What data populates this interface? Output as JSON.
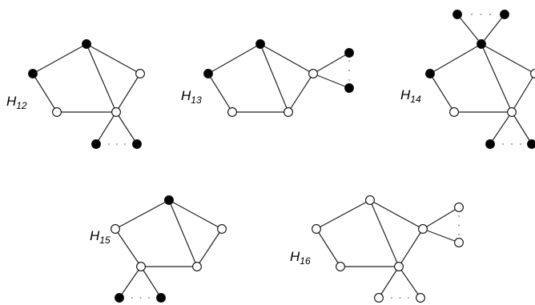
{
  "graphs": [
    {
      "id": "H12",
      "label_main": "H",
      "label_sub": "12",
      "nodes": [
        {
          "id": "top",
          "filled": true
        },
        {
          "id": "left",
          "filled": true
        },
        {
          "id": "right",
          "filled": false
        },
        {
          "id": "bottom-left",
          "filled": false
        },
        {
          "id": "hub",
          "filled": false
        },
        {
          "id": "pendant-1",
          "filled": true
        },
        {
          "id": "pendant-2",
          "filled": true
        }
      ],
      "edges": [
        [
          "top",
          "left"
        ],
        [
          "top",
          "right"
        ],
        [
          "top",
          "hub"
        ],
        [
          "left",
          "bottom-left"
        ],
        [
          "bottom-left",
          "hub"
        ],
        [
          "right",
          "hub"
        ],
        [
          "hub",
          "pendant-1"
        ],
        [
          "hub",
          "pendant-2"
        ]
      ],
      "dots": "horizontal"
    },
    {
      "id": "H13",
      "label_main": "H",
      "label_sub": "13",
      "nodes": [
        {
          "id": "top",
          "filled": true
        },
        {
          "id": "left",
          "filled": true
        },
        {
          "id": "right",
          "filled": false
        },
        {
          "id": "bottom-left",
          "filled": false
        },
        {
          "id": "bottom-right",
          "filled": false
        },
        {
          "id": "pendant-1",
          "filled": true
        },
        {
          "id": "pendant-2",
          "filled": true
        }
      ],
      "edges": [
        [
          "top",
          "left"
        ],
        [
          "top",
          "right"
        ],
        [
          "top",
          "bottom-right"
        ],
        [
          "left",
          "bottom-left"
        ],
        [
          "bottom-left",
          "bottom-right"
        ],
        [
          "right",
          "bottom-right"
        ],
        [
          "right",
          "pendant-1"
        ],
        [
          "right",
          "pendant-2"
        ]
      ],
      "dots": "vertical"
    },
    {
      "id": "H14",
      "label_main": "H",
      "label_sub": "14",
      "nodes": [
        {
          "id": "top",
          "filled": true
        },
        {
          "id": "left",
          "filled": true
        },
        {
          "id": "right",
          "filled": false
        },
        {
          "id": "bottom-left",
          "filled": false
        },
        {
          "id": "hub",
          "filled": false
        },
        {
          "id": "top-pendant-1",
          "filled": true
        },
        {
          "id": "top-pendant-2",
          "filled": true
        },
        {
          "id": "pendant-1",
          "filled": true
        },
        {
          "id": "pendant-2",
          "filled": true
        }
      ],
      "edges": [
        [
          "top",
          "left"
        ],
        [
          "top",
          "right"
        ],
        [
          "top",
          "hub"
        ],
        [
          "left",
          "bottom-left"
        ],
        [
          "bottom-left",
          "hub"
        ],
        [
          "right",
          "hub"
        ],
        [
          "top",
          "top-pendant-1"
        ],
        [
          "top",
          "top-pendant-2"
        ],
        [
          "hub",
          "pendant-1"
        ],
        [
          "hub",
          "pendant-2"
        ]
      ],
      "dots": "both-horizontal"
    },
    {
      "id": "H15",
      "label_main": "H",
      "label_sub": "15",
      "nodes": [
        {
          "id": "top",
          "filled": true
        },
        {
          "id": "left",
          "filled": false
        },
        {
          "id": "right",
          "filled": false
        },
        {
          "id": "hub",
          "filled": false
        },
        {
          "id": "bottom-right",
          "filled": false
        },
        {
          "id": "pendant-1",
          "filled": true
        },
        {
          "id": "pendant-2",
          "filled": true
        }
      ],
      "edges": [
        [
          "top",
          "left"
        ],
        [
          "top",
          "right"
        ],
        [
          "top",
          "bottom-right"
        ],
        [
          "left",
          "hub"
        ],
        [
          "hub",
          "bottom-right"
        ],
        [
          "right",
          "bottom-right"
        ],
        [
          "hub",
          "pendant-1"
        ],
        [
          "hub",
          "pendant-2"
        ]
      ],
      "dots": "horizontal"
    },
    {
      "id": "H16",
      "label_main": "H",
      "label_sub": "16",
      "nodes": [
        {
          "id": "top",
          "filled": false
        },
        {
          "id": "left",
          "filled": false
        },
        {
          "id": "right",
          "filled": false
        },
        {
          "id": "bottom-left",
          "filled": false
        },
        {
          "id": "hub",
          "filled": false
        },
        {
          "id": "pendant-right-1",
          "filled": false
        },
        {
          "id": "pendant-right-2",
          "filled": false
        },
        {
          "id": "pendant-1",
          "filled": false
        },
        {
          "id": "pendant-2",
          "filled": false
        }
      ],
      "edges": [
        [
          "top",
          "left"
        ],
        [
          "top",
          "right"
        ],
        [
          "top",
          "hub"
        ],
        [
          "left",
          "bottom-left"
        ],
        [
          "bottom-left",
          "hub"
        ],
        [
          "right",
          "hub"
        ],
        [
          "right",
          "pendant-right-1"
        ],
        [
          "right",
          "pendant-right-2"
        ],
        [
          "hub",
          "pendant-1"
        ],
        [
          "hub",
          "pendant-2"
        ]
      ],
      "dots": "horizontal-and-vertical"
    }
  ]
}
